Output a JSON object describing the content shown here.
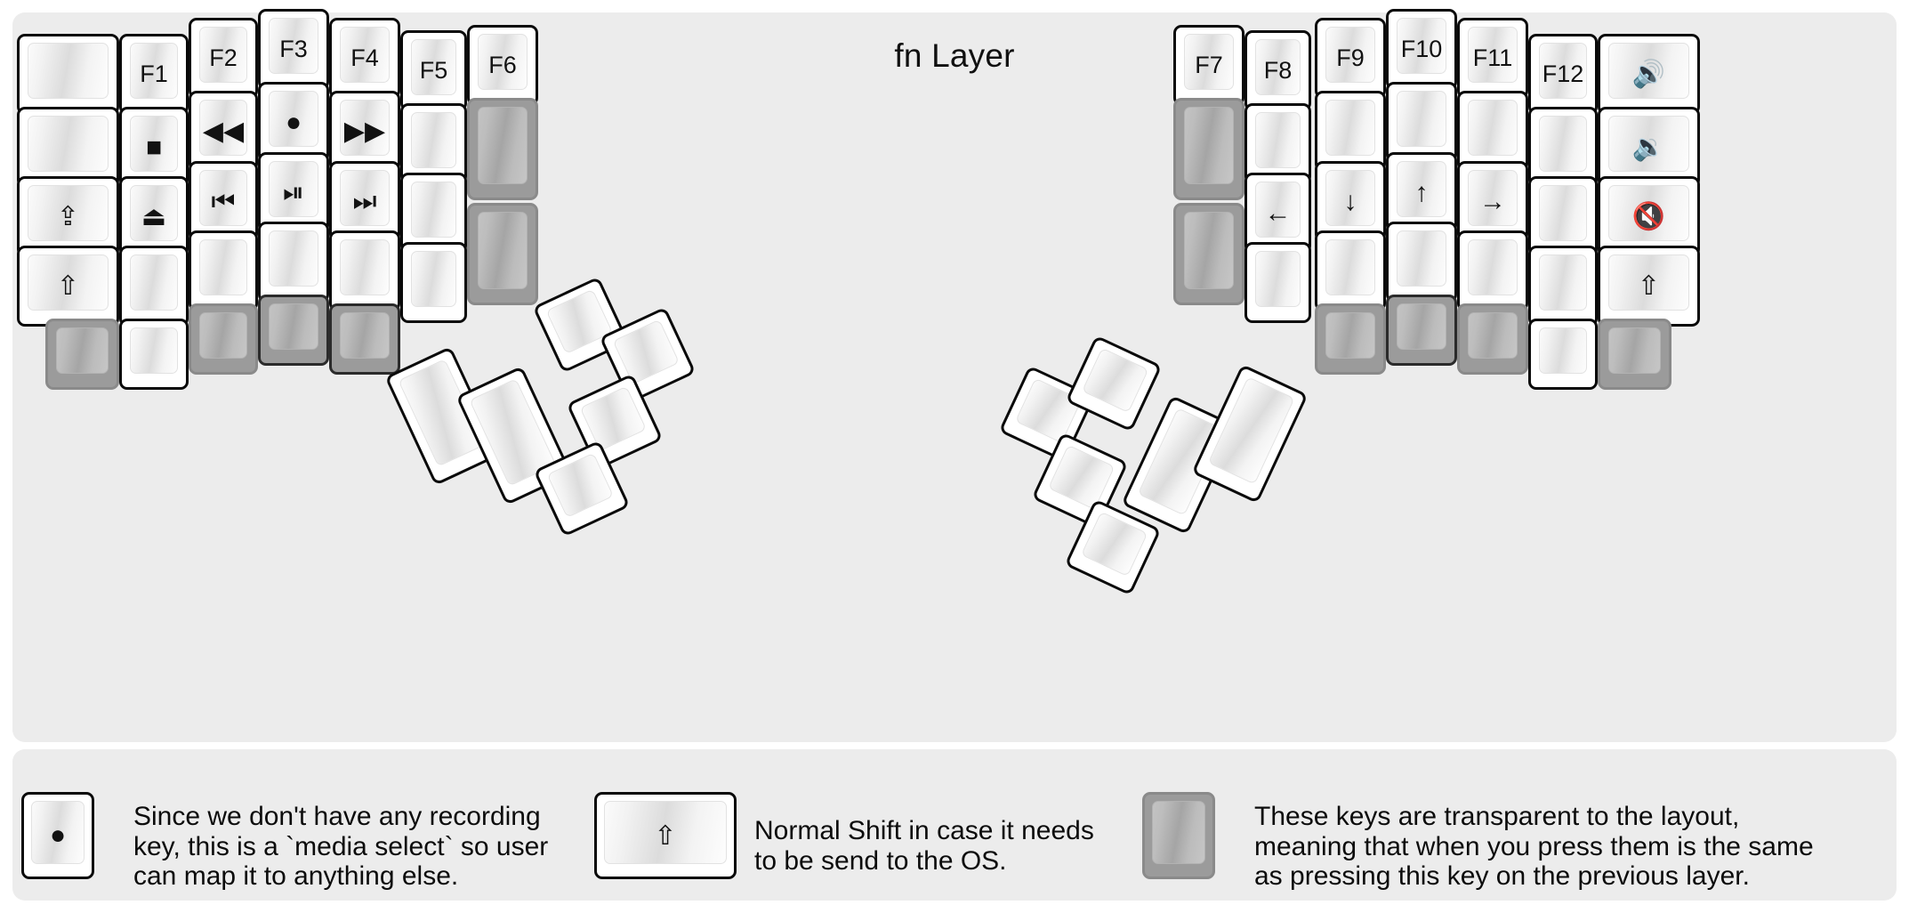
{
  "title": "fn Layer",
  "colors": {
    "page_background": "#ffffff",
    "panel_background": "#ececec",
    "key_face": "#ffffff",
    "key_outline": "#0a0a0a",
    "transparent_key": "#9b9b9b",
    "label_text": "#121212"
  },
  "glyphs": {
    "record": "●",
    "stop": "■",
    "eject": "⏏",
    "rewind": "◀◀",
    "fast_forward": "▶▶",
    "prev_track": "❘◀◀",
    "play_pause": "▶❙❙",
    "next_track": "▶▶❘",
    "caps_lock": "⇧",
    "shift": "⇧",
    "arrow_left": "←",
    "arrow_down": "↓",
    "arrow_up": "↑",
    "arrow_right": "→",
    "volume_up": "🔊",
    "volume_down": "🔉",
    "volume_mute": "🔇"
  },
  "left_half": {
    "name": "left-keyboard-half",
    "rows": [
      {
        "name": "row-1",
        "keys": [
          {
            "name": "key-left-r1-c1",
            "label": "",
            "type": "blank"
          },
          {
            "name": "key-f1",
            "label": "F1",
            "type": "text"
          },
          {
            "name": "key-f2",
            "label": "F2",
            "type": "text"
          },
          {
            "name": "key-f3",
            "label": "F3",
            "type": "text"
          },
          {
            "name": "key-f4",
            "label": "F4",
            "type": "text"
          },
          {
            "name": "key-f5",
            "label": "F5",
            "type": "text"
          },
          {
            "name": "key-f6",
            "label": "F6",
            "type": "text"
          }
        ]
      },
      {
        "name": "row-2",
        "keys": [
          {
            "name": "key-left-r2-c1",
            "label": "",
            "type": "blank"
          },
          {
            "name": "key-media-stop",
            "label": "■",
            "type": "glyph"
          },
          {
            "name": "key-media-rewind",
            "label": "◀◀",
            "type": "glyph"
          },
          {
            "name": "key-media-record",
            "label": "●",
            "type": "glyph"
          },
          {
            "name": "key-media-fast-forward",
            "label": "▶▶",
            "type": "glyph"
          },
          {
            "name": "key-left-r2-c6",
            "label": "",
            "type": "blank"
          },
          {
            "name": "key-left-r2-c7-trns",
            "label": "",
            "type": "transparent"
          }
        ]
      },
      {
        "name": "row-3",
        "keys": [
          {
            "name": "key-caps-lock",
            "label": "⇪",
            "type": "glyph"
          },
          {
            "name": "key-media-eject",
            "label": "⏏",
            "type": "glyph"
          },
          {
            "name": "key-media-prev-track",
            "label": "⏮",
            "type": "glyph"
          },
          {
            "name": "key-media-play-pause",
            "label": "⏯",
            "type": "glyph"
          },
          {
            "name": "key-media-next-track",
            "label": "⏭",
            "type": "glyph"
          },
          {
            "name": "key-left-r3-c6",
            "label": "",
            "type": "blank"
          },
          {
            "name": "key-left-r3-c7-trns",
            "label": "",
            "type": "transparent"
          }
        ]
      },
      {
        "name": "row-4",
        "keys": [
          {
            "name": "key-left-shift",
            "label": "⇧",
            "type": "glyph"
          },
          {
            "name": "key-left-r4-c2",
            "label": "",
            "type": "blank"
          },
          {
            "name": "key-left-r4-c3",
            "label": "",
            "type": "blank"
          },
          {
            "name": "key-left-r4-c4",
            "label": "",
            "type": "blank"
          },
          {
            "name": "key-left-r4-c5",
            "label": "",
            "type": "blank"
          },
          {
            "name": "key-left-r4-c6",
            "label": "",
            "type": "blank"
          }
        ]
      },
      {
        "name": "row-5",
        "keys": [
          {
            "name": "key-left-r5-c1-trns",
            "label": "",
            "type": "transparent"
          },
          {
            "name": "key-left-r5-c2",
            "label": "",
            "type": "blank"
          },
          {
            "name": "key-left-r5-c3-trns",
            "label": "",
            "type": "transparent"
          },
          {
            "name": "key-left-r5-c4-trns",
            "label": "",
            "type": "transparent"
          },
          {
            "name": "key-left-r5-c5-trns",
            "label": "",
            "type": "transparent"
          }
        ]
      }
    ],
    "thumb_cluster": {
      "name": "left-thumb-cluster",
      "rotation_deg": -25,
      "keys": [
        {
          "name": "thumb-left-1",
          "label": "",
          "type": "blank"
        },
        {
          "name": "thumb-left-2",
          "label": "",
          "type": "blank"
        },
        {
          "name": "thumb-left-3",
          "label": "",
          "type": "blank"
        },
        {
          "name": "thumb-left-4",
          "label": "",
          "type": "blank"
        },
        {
          "name": "thumb-left-5",
          "label": "",
          "type": "blank"
        },
        {
          "name": "thumb-left-6",
          "label": "",
          "type": "blank"
        }
      ]
    }
  },
  "right_half": {
    "name": "right-keyboard-half",
    "rows": [
      {
        "name": "row-1",
        "keys": [
          {
            "name": "key-f7",
            "label": "F7",
            "type": "text"
          },
          {
            "name": "key-f8",
            "label": "F8",
            "type": "text"
          },
          {
            "name": "key-f9",
            "label": "F9",
            "type": "text"
          },
          {
            "name": "key-f10",
            "label": "F10",
            "type": "text"
          },
          {
            "name": "key-f11",
            "label": "F11",
            "type": "text"
          },
          {
            "name": "key-f12",
            "label": "F12",
            "type": "text"
          },
          {
            "name": "key-volume-up",
            "label": "🔊",
            "type": "glyph"
          }
        ]
      },
      {
        "name": "row-2",
        "keys": [
          {
            "name": "key-right-r2-c1-trns",
            "label": "",
            "type": "transparent"
          },
          {
            "name": "key-right-r2-c2",
            "label": "",
            "type": "blank"
          },
          {
            "name": "key-right-r2-c3",
            "label": "",
            "type": "blank"
          },
          {
            "name": "key-right-r2-c4",
            "label": "",
            "type": "blank"
          },
          {
            "name": "key-right-r2-c5",
            "label": "",
            "type": "blank"
          },
          {
            "name": "key-right-r2-c6",
            "label": "",
            "type": "blank"
          },
          {
            "name": "key-volume-down",
            "label": "🔉",
            "type": "glyph"
          }
        ]
      },
      {
        "name": "row-3",
        "keys": [
          {
            "name": "key-right-r3-c1-trns",
            "label": "",
            "type": "transparent"
          },
          {
            "name": "key-arrow-left",
            "label": "←",
            "type": "glyph"
          },
          {
            "name": "key-arrow-down",
            "label": "↓",
            "type": "glyph"
          },
          {
            "name": "key-arrow-up",
            "label": "↑",
            "type": "glyph"
          },
          {
            "name": "key-arrow-right",
            "label": "→",
            "type": "glyph"
          },
          {
            "name": "key-right-r3-c6",
            "label": "",
            "type": "blank"
          },
          {
            "name": "key-volume-mute",
            "label": "🔇",
            "type": "glyph"
          }
        ]
      },
      {
        "name": "row-4",
        "keys": [
          {
            "name": "key-right-r4-c2",
            "label": "",
            "type": "blank"
          },
          {
            "name": "key-right-r4-c3",
            "label": "",
            "type": "blank"
          },
          {
            "name": "key-right-r4-c4",
            "label": "",
            "type": "blank"
          },
          {
            "name": "key-right-r4-c5",
            "label": "",
            "type": "blank"
          },
          {
            "name": "key-right-r4-c6",
            "label": "",
            "type": "blank"
          },
          {
            "name": "key-right-shift",
            "label": "⇧",
            "type": "glyph"
          }
        ]
      },
      {
        "name": "row-5",
        "keys": [
          {
            "name": "key-right-r5-c3-trns",
            "label": "",
            "type": "transparent"
          },
          {
            "name": "key-right-r5-c4-trns",
            "label": "",
            "type": "transparent"
          },
          {
            "name": "key-right-r5-c5-trns",
            "label": "",
            "type": "transparent"
          },
          {
            "name": "key-right-r5-c6",
            "label": "",
            "type": "blank"
          },
          {
            "name": "key-right-r5-c7-trns",
            "label": "",
            "type": "transparent"
          }
        ]
      }
    ],
    "thumb_cluster": {
      "name": "right-thumb-cluster",
      "rotation_deg": 25,
      "keys": [
        {
          "name": "thumb-right-1",
          "label": "",
          "type": "blank"
        },
        {
          "name": "thumb-right-2",
          "label": "",
          "type": "blank"
        },
        {
          "name": "thumb-right-3",
          "label": "",
          "type": "blank"
        },
        {
          "name": "thumb-right-4",
          "label": "",
          "type": "blank"
        },
        {
          "name": "thumb-right-5",
          "label": "",
          "type": "blank"
        },
        {
          "name": "thumb-right-6",
          "label": "",
          "type": "blank"
        }
      ]
    }
  },
  "legend": {
    "name": "legend",
    "items": [
      {
        "name": "legend-item-record",
        "key_label": "●",
        "key_type": "normal",
        "text": "Since we don't have any recording\nkey, this is a `media select` so user\ncan map it to anything else."
      },
      {
        "name": "legend-item-shift",
        "key_label": "⇧",
        "key_type": "normal",
        "text": "Normal Shift in case it needs\nto be send to the OS."
      },
      {
        "name": "legend-item-transparent",
        "key_label": "",
        "key_type": "transparent",
        "text": "These keys are transparent to the layout,\nmeaning that when you press them is the same\nas pressing this key on the previous layer."
      }
    ]
  }
}
